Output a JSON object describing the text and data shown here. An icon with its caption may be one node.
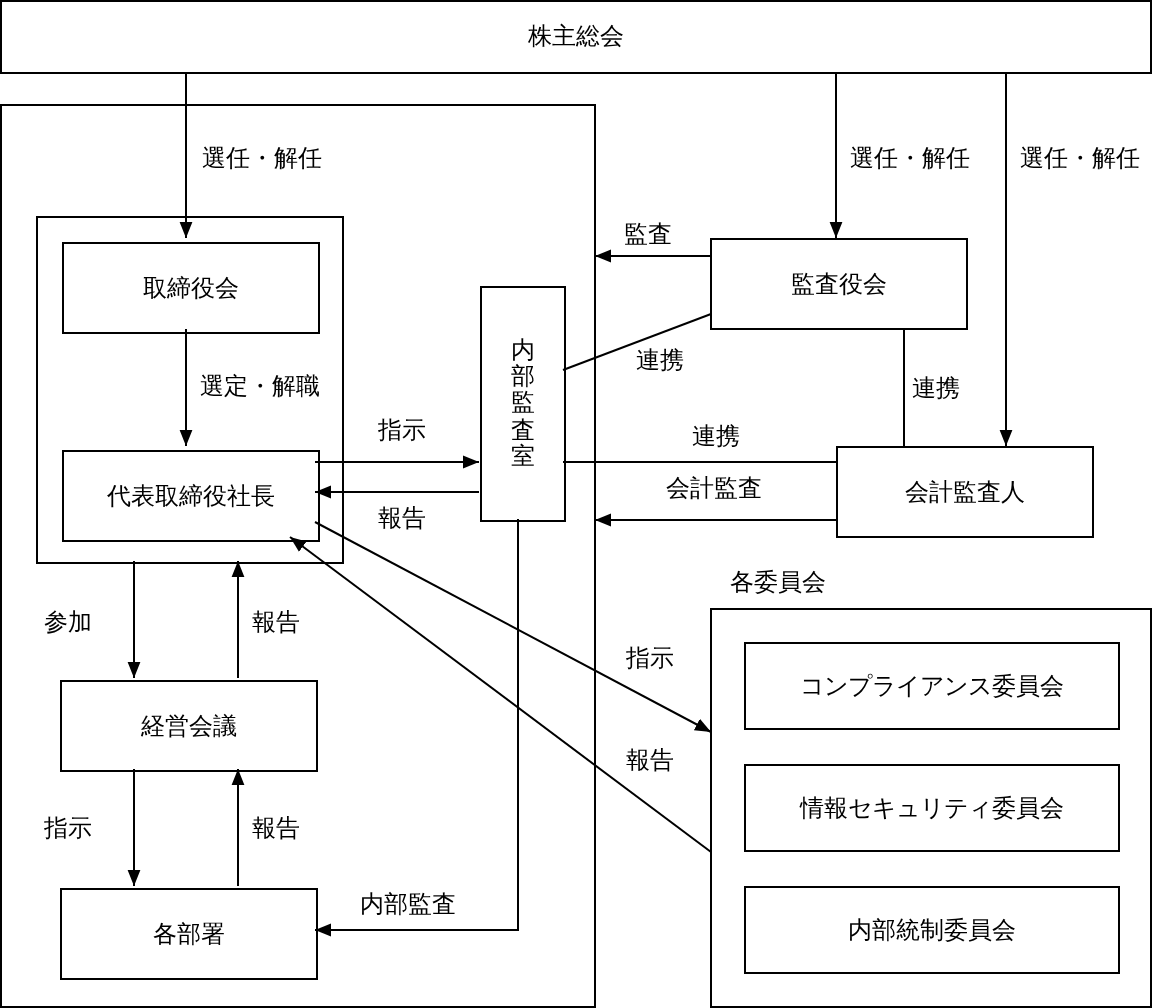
{
  "diagram": {
    "nodes": [
      {
        "text": [
          "株主総会"
        ]
      },
      {
        "text": [],
        "shape": "box"
      },
      {
        "text": [],
        "shape": "box",
        "in": 1
      },
      {
        "text": [
          "取締役会"
        ],
        "in": 2
      },
      {
        "text": [
          "代表取締役社長"
        ],
        "in": 2
      },
      {
        "text": [
          "内部監査室"
        ],
        "in": 1
      },
      {
        "text": [
          "経営会議"
        ],
        "in": 1
      },
      {
        "text": [
          "各部署"
        ],
        "in": 1
      },
      {
        "text": [
          "監査役会"
        ]
      },
      {
        "text": [
          "会計監査人"
        ]
      },
      {
        "text": [
          "各委員会"
        ]
      },
      {
        "text": [
          "コンプライアンス委員会"
        ],
        "in": 10
      },
      {
        "text": [
          "情報セキュリティ委員会"
        ],
        "in": 10
      },
      {
        "text": [
          "内部統制委員会"
        ],
        "in": 10
      }
    ],
    "edges": [
      {
        "from": 0,
        "to": 3,
        "arrow": "to",
        "label": "選任・解任"
      },
      {
        "from": 0,
        "to": 8,
        "arrow": "to",
        "label": "選任・解任"
      },
      {
        "from": 0,
        "to": 9,
        "arrow": "to",
        "label": "選任・解任"
      },
      {
        "from": 3,
        "to": 4,
        "arrow": "to",
        "label": "選定・解職"
      },
      {
        "from": 4,
        "to": 5,
        "arrow": "to",
        "label": "指示"
      },
      {
        "from": 5,
        "to": 4,
        "arrow": "to",
        "label": "報告"
      },
      {
        "from": 8,
        "to": 1,
        "arrow": "to",
        "label": "監査"
      },
      {
        "from": 5,
        "to": 8,
        "arrow": "none",
        "label": "連携"
      },
      {
        "from": 5,
        "to": 9,
        "arrow": "none",
        "label": "連携"
      },
      {
        "from": 9,
        "to": 1,
        "arrow": "to",
        "label": "会計監査"
      },
      {
        "from": 8,
        "to": 9,
        "arrow": "none",
        "label": "連携"
      },
      {
        "from": 4,
        "to": 10,
        "arrow": "to",
        "label": "指示"
      },
      {
        "from": 10,
        "to": 4,
        "arrow": "to",
        "label": "報告"
      },
      {
        "from": 2,
        "to": 6,
        "arrow": "to",
        "label": "参加"
      },
      {
        "from": 6,
        "to": 2,
        "arrow": "to",
        "label": "報告"
      },
      {
        "from": 6,
        "to": 7,
        "arrow": "to",
        "label": "指示"
      },
      {
        "from": 7,
        "to": 6,
        "arrow": "to",
        "label": "報告"
      },
      {
        "from": 5,
        "to": 7,
        "arrow": "to",
        "label": "内部監査"
      }
    ]
  }
}
